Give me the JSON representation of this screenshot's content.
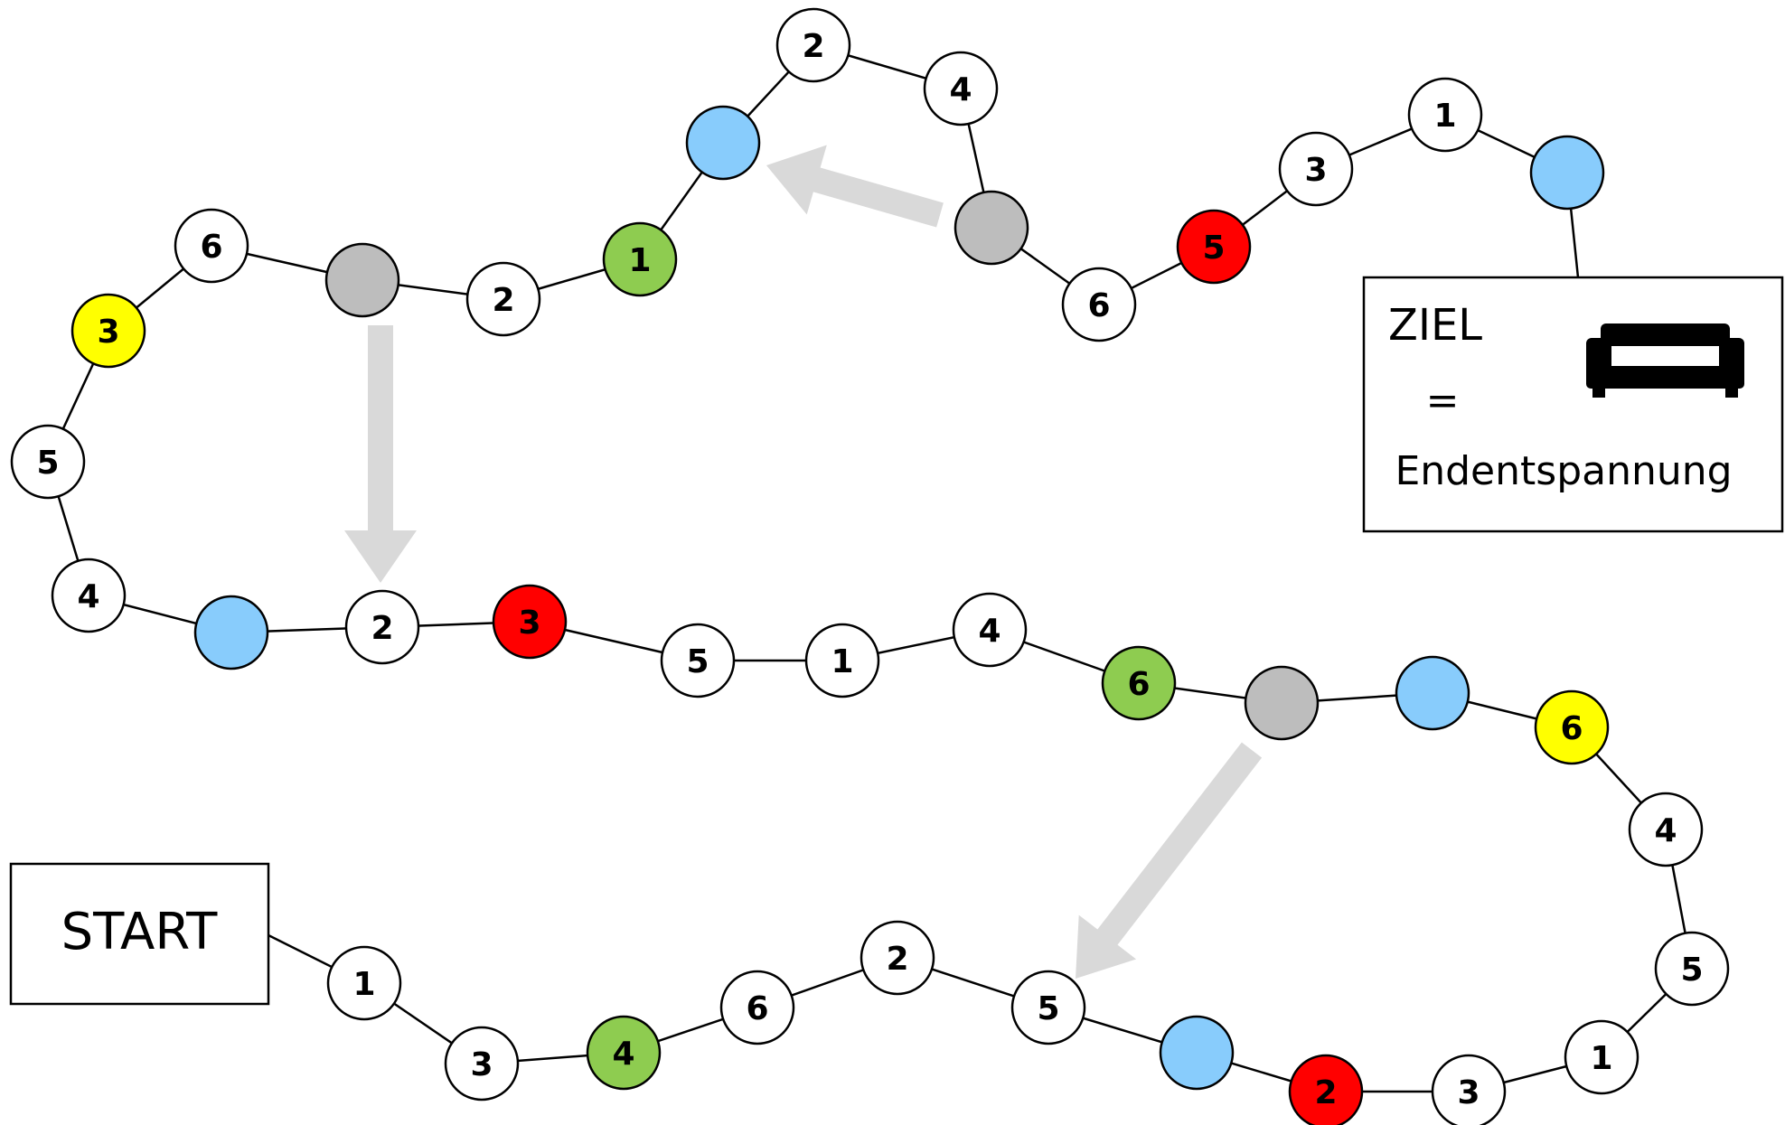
{
  "start": {
    "label": "START"
  },
  "goal": {
    "title": "ZIEL",
    "equals": "=",
    "subtitle": "Endentspannung",
    "icon": "sofa-icon"
  },
  "colors": {
    "plain": "#ffffff",
    "blue": "#88ccfc",
    "green": "#8ecc50",
    "red": "#ff0000",
    "yellow": "#ffff00",
    "gray": "#bdbdbd",
    "arrow": "#d9d9d9"
  },
  "path": [
    {
      "label": "1",
      "color": "plain"
    },
    {
      "label": "3",
      "color": "plain"
    },
    {
      "label": "4",
      "color": "green"
    },
    {
      "label": "6",
      "color": "plain"
    },
    {
      "label": "2",
      "color": "plain"
    },
    {
      "label": "5",
      "color": "plain"
    },
    {
      "label": "",
      "color": "blue"
    },
    {
      "label": "2",
      "color": "red"
    },
    {
      "label": "3",
      "color": "plain"
    },
    {
      "label": "1",
      "color": "plain"
    },
    {
      "label": "5",
      "color": "plain"
    },
    {
      "label": "4",
      "color": "plain"
    },
    {
      "label": "6",
      "color": "yellow"
    },
    {
      "label": "",
      "color": "blue"
    },
    {
      "label": "",
      "color": "gray"
    },
    {
      "label": "6",
      "color": "green"
    },
    {
      "label": "4",
      "color": "plain"
    },
    {
      "label": "1",
      "color": "plain"
    },
    {
      "label": "5",
      "color": "plain"
    },
    {
      "label": "3",
      "color": "red"
    },
    {
      "label": "2",
      "color": "plain"
    },
    {
      "label": "",
      "color": "blue"
    },
    {
      "label": "4",
      "color": "plain"
    },
    {
      "label": "5",
      "color": "plain"
    },
    {
      "label": "3",
      "color": "yellow"
    },
    {
      "label": "6",
      "color": "plain"
    },
    {
      "label": "",
      "color": "gray"
    },
    {
      "label": "2",
      "color": "plain"
    },
    {
      "label": "1",
      "color": "green"
    },
    {
      "label": "",
      "color": "blue"
    },
    {
      "label": "2",
      "color": "plain"
    },
    {
      "label": "4",
      "color": "plain"
    },
    {
      "label": "",
      "color": "gray"
    },
    {
      "label": "6",
      "color": "plain"
    },
    {
      "label": "5",
      "color": "red"
    },
    {
      "label": "3",
      "color": "plain"
    },
    {
      "label": "1",
      "color": "plain"
    },
    {
      "label": "",
      "color": "blue"
    }
  ]
}
